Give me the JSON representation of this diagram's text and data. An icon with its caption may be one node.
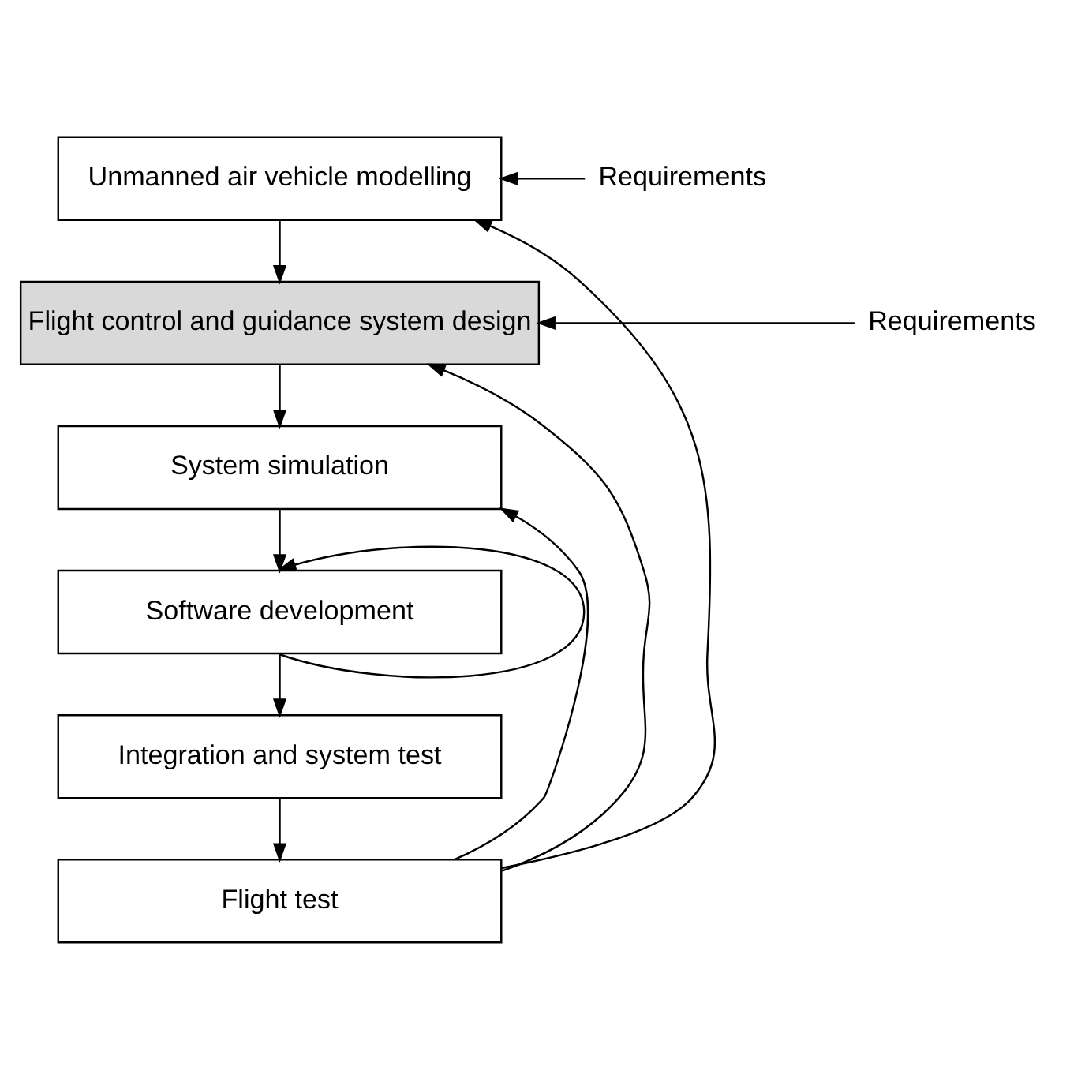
{
  "diagram": {
    "nodes": [
      {
        "text": [
          "Unmanned air vehicle modelling"
        ]
      },
      {
        "text": [
          "Requirements"
        ]
      },
      {
        "text": [
          "Flight control and guidance system design"
        ]
      },
      {
        "text": [
          "Requirements"
        ]
      },
      {
        "text": [
          "System simulation"
        ]
      },
      {
        "text": [
          "Software development"
        ]
      },
      {
        "text": [
          "Integration and system test"
        ]
      },
      {
        "text": [
          "Flight test"
        ]
      }
    ],
    "edges": [
      {
        "from": 1,
        "to": 0,
        "arrow": "to"
      },
      {
        "from": 0,
        "to": 2,
        "arrow": "to"
      },
      {
        "from": 3,
        "to": 2,
        "arrow": "to"
      },
      {
        "from": 2,
        "to": 4,
        "arrow": "to"
      },
      {
        "from": 4,
        "to": 5,
        "arrow": "to"
      },
      {
        "from": 5,
        "to": 5,
        "arrow": "to"
      },
      {
        "from": 5,
        "to": 6,
        "arrow": "to"
      },
      {
        "from": 6,
        "to": 7,
        "arrow": "to"
      },
      {
        "from": 7,
        "to": 0,
        "arrow": "to"
      },
      {
        "from": 7,
        "to": 2,
        "arrow": "to"
      },
      {
        "from": 7,
        "to": 4,
        "arrow": "to"
      }
    ]
  }
}
